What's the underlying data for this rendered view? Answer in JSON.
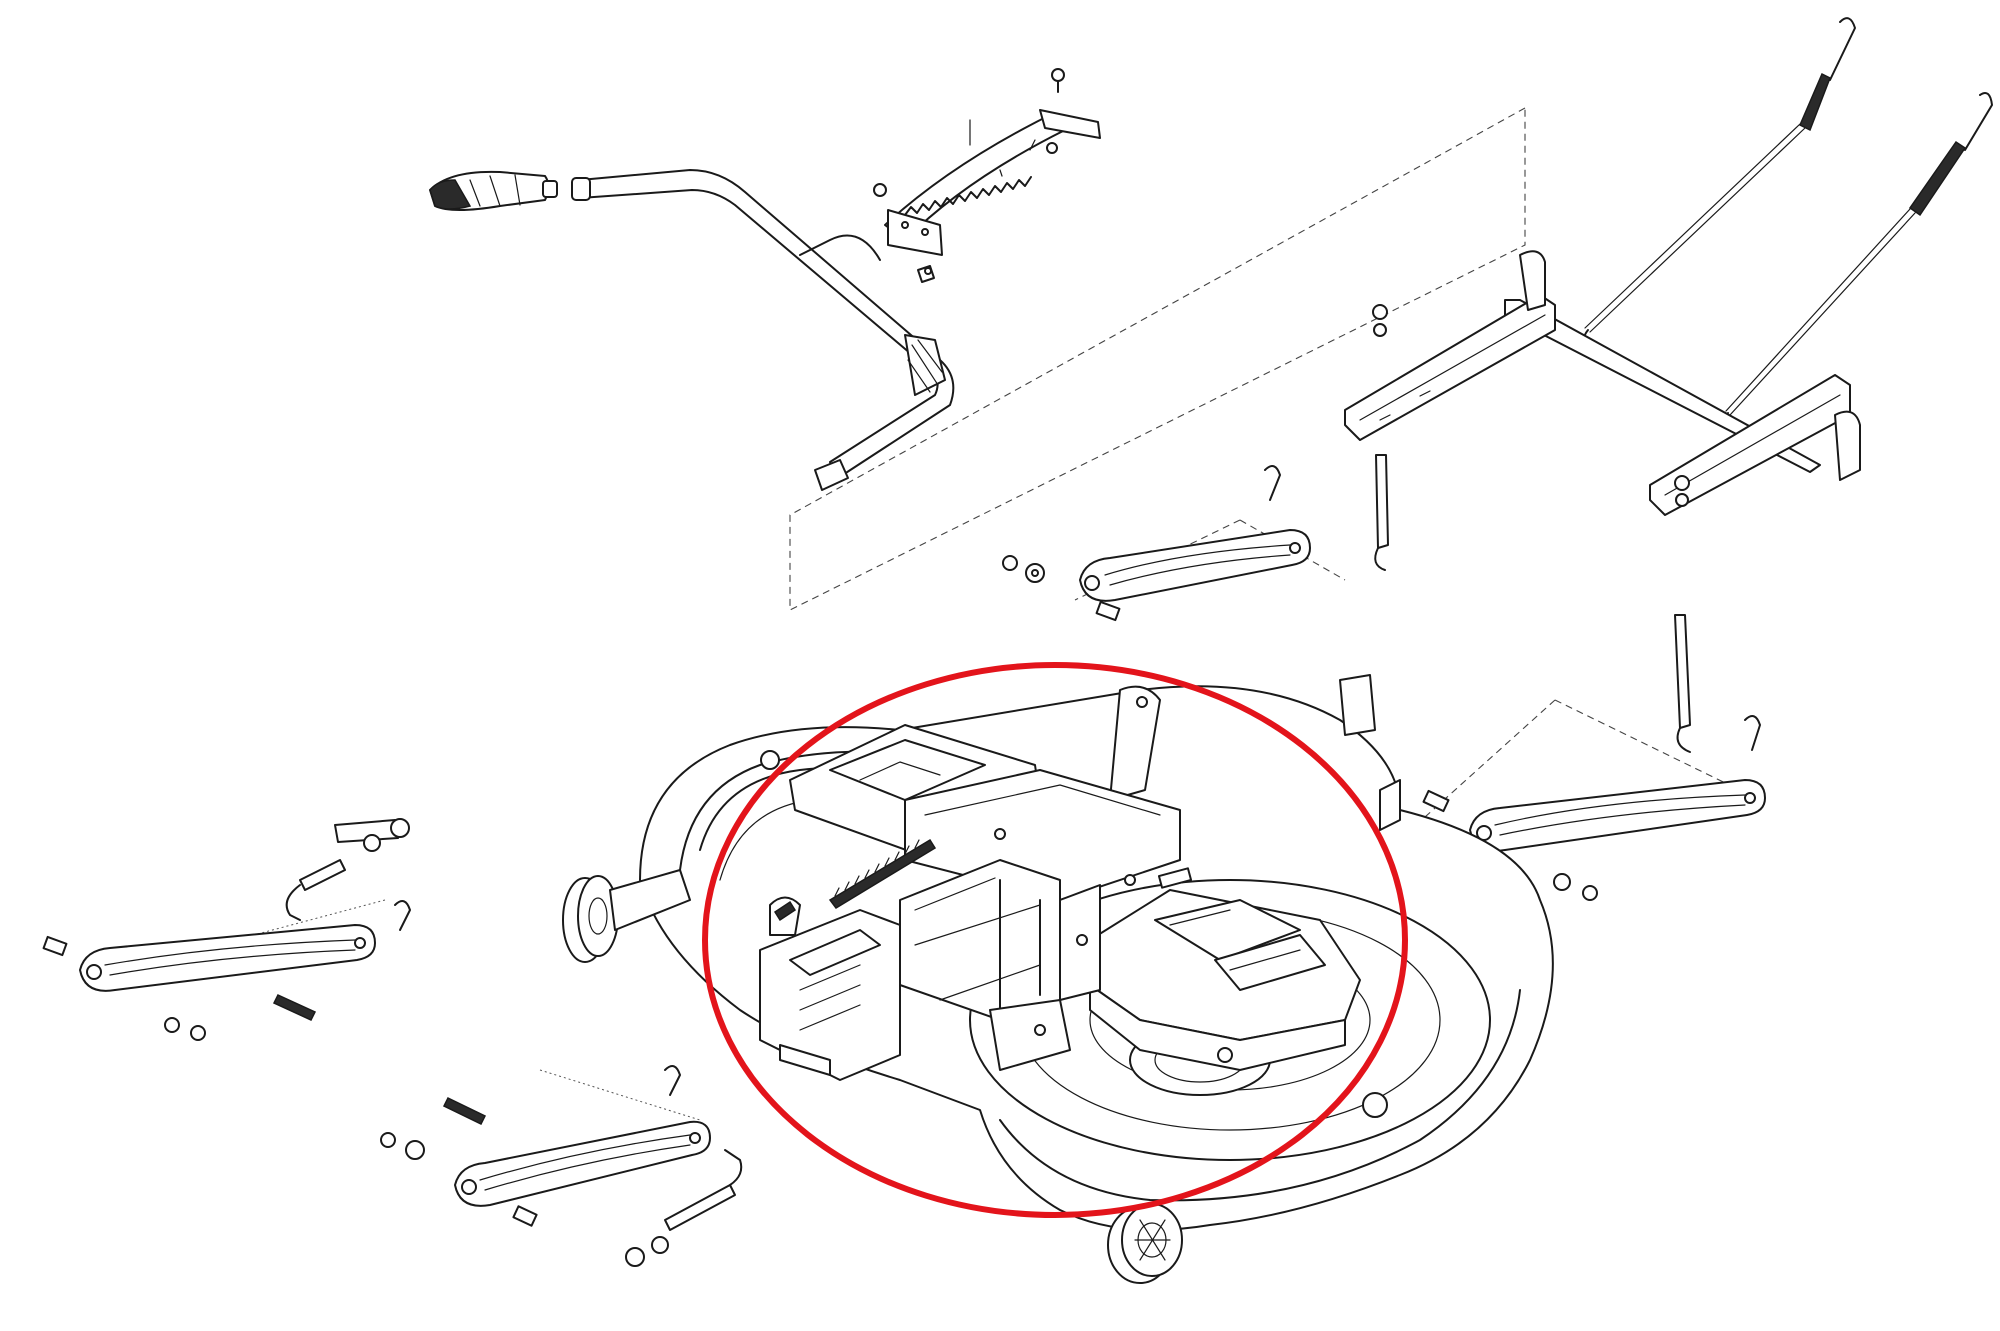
{
  "diagram": {
    "type": "exploded-parts-drawing",
    "highlight": {
      "shape": "ellipse",
      "color": "#e3141b",
      "target": "mower-deck-belt-cover"
    },
    "colors": {
      "line": "#1a1a1a",
      "background": "#ffffff",
      "highlight": "#e3141b"
    }
  }
}
